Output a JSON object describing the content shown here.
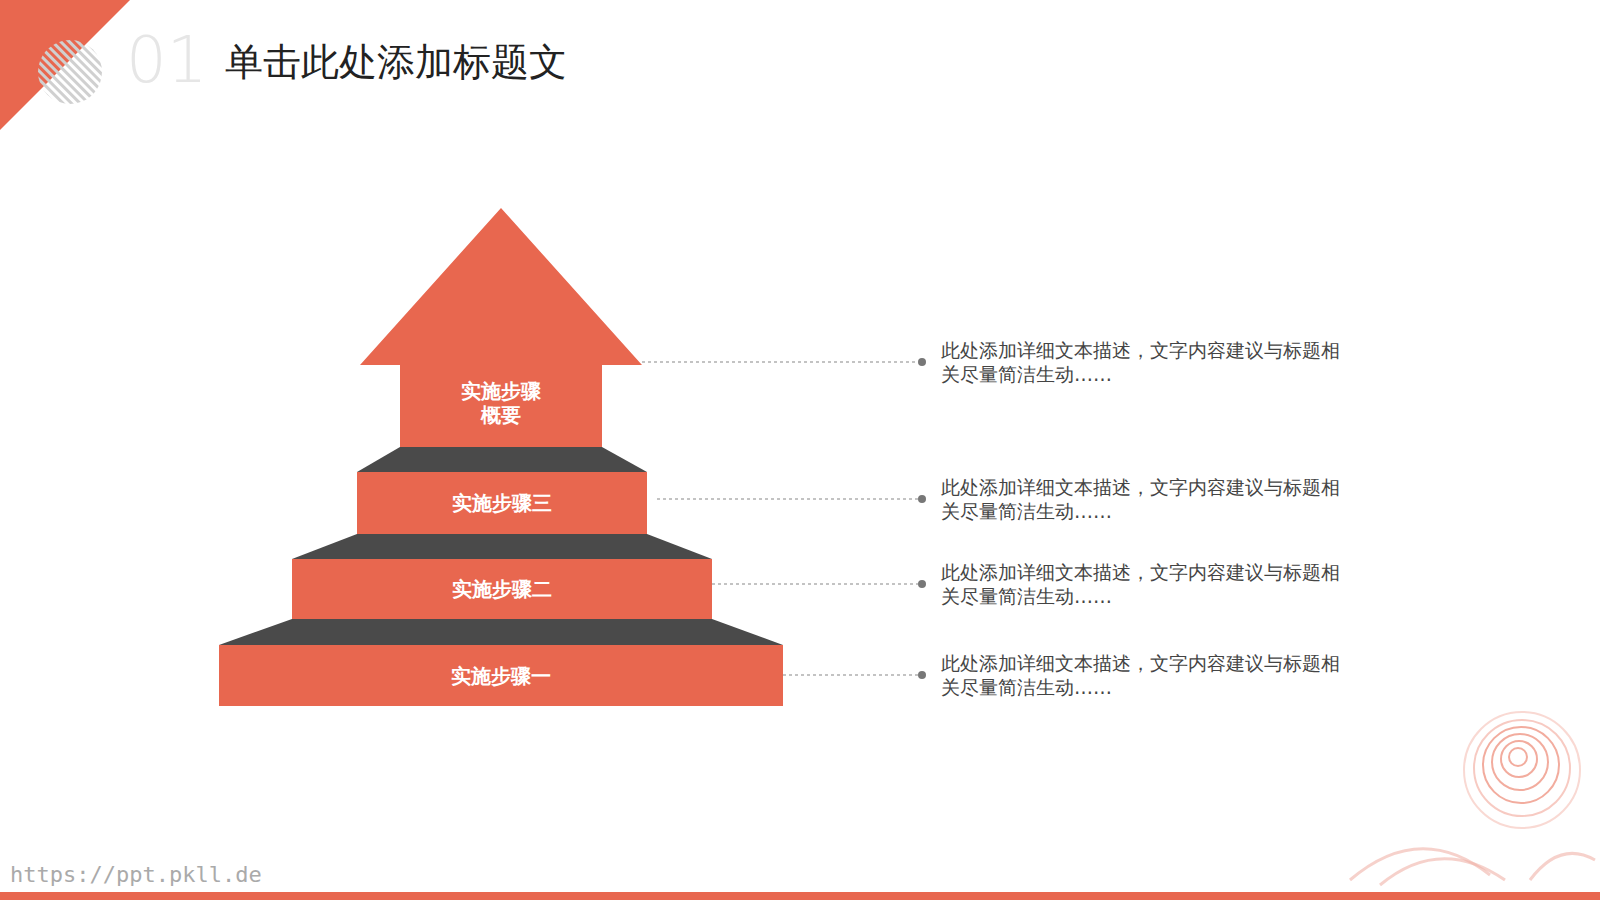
{
  "diagram": {
    "title": "单击此处添加标题文",
    "nodes": [
      {
        "text": [
          "实施步骤 概要"
        ]
      },
      {
        "text": [
          "实施步骤三"
        ]
      },
      {
        "text": [
          "实施步骤二"
        ]
      },
      {
        "text": [
          "实施步骤一"
        ]
      }
    ],
    "labels": [
      "01",
      "此处添加详细文本描述，文字内容建议与标题相关尽量简洁生动……",
      "此处添加详细文本描述，文字内容建议与标题相关尽量简洁生动……",
      "此处添加详细文本描述，文字内容建议与标题相关尽量简洁生动……",
      "此处添加详细文本描述，文字内容建议与标题相关尽量简洁生动……",
      "https://ppt.pkll.de"
    ]
  }
}
